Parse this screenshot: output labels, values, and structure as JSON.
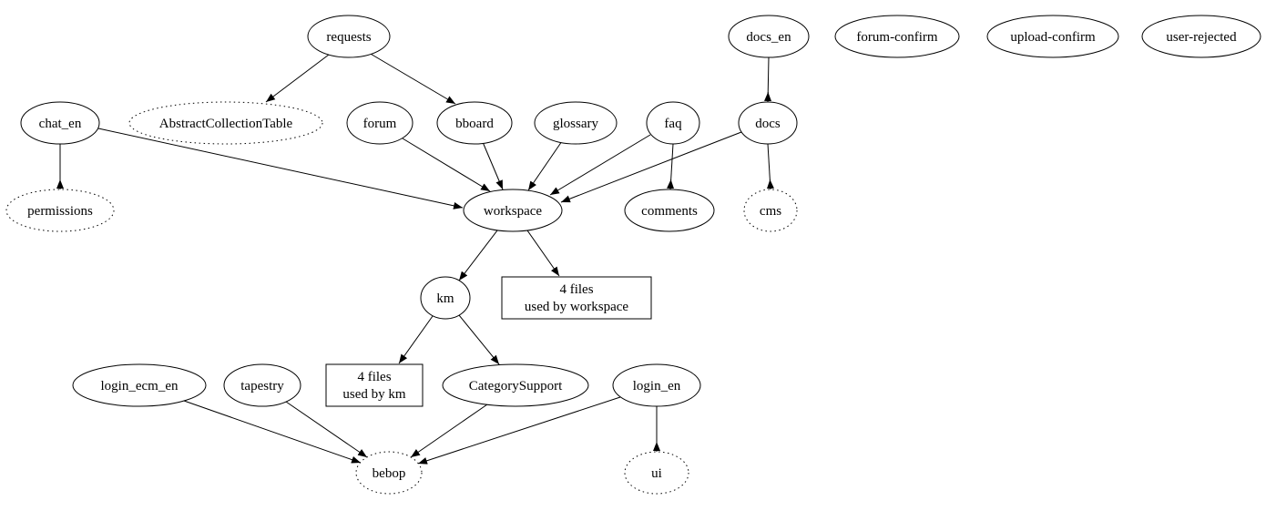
{
  "diagram": {
    "type": "dependency-graph",
    "background": "#ffffff",
    "stroke_color": "#000000",
    "nodes": {
      "requests": {
        "label": "requests",
        "shape": "ellipse"
      },
      "docs_en": {
        "label": "docs_en",
        "shape": "ellipse"
      },
      "forum_confirm": {
        "label": "forum-confirm",
        "shape": "ellipse"
      },
      "upload_confirm": {
        "label": "upload-confirm",
        "shape": "ellipse"
      },
      "user_rejected": {
        "label": "user-rejected",
        "shape": "ellipse"
      },
      "chat_en": {
        "label": "chat_en",
        "shape": "ellipse"
      },
      "abstract_collection_table": {
        "label": "AbstractCollectionTable",
        "shape": "dotted-ellipse"
      },
      "forum": {
        "label": "forum",
        "shape": "ellipse"
      },
      "bboard": {
        "label": "bboard",
        "shape": "ellipse"
      },
      "glossary": {
        "label": "glossary",
        "shape": "ellipse"
      },
      "faq": {
        "label": "faq",
        "shape": "ellipse"
      },
      "docs": {
        "label": "docs",
        "shape": "ellipse"
      },
      "permissions": {
        "label": "permissions",
        "shape": "dotted-ellipse"
      },
      "workspace": {
        "label": "workspace",
        "shape": "ellipse"
      },
      "comments": {
        "label": "comments",
        "shape": "ellipse"
      },
      "cms": {
        "label": "cms",
        "shape": "dotted-ellipse"
      },
      "km": {
        "label": "km",
        "shape": "ellipse"
      },
      "files_workspace": {
        "line1": "4 files",
        "line2": "used by workspace",
        "shape": "box"
      },
      "login_ecm_en": {
        "label": "login_ecm_en",
        "shape": "ellipse"
      },
      "tapestry": {
        "label": "tapestry",
        "shape": "ellipse"
      },
      "files_km": {
        "line1": "4 files",
        "line2": "used by km",
        "shape": "box"
      },
      "category_support": {
        "label": "CategorySupport",
        "shape": "ellipse"
      },
      "login_en": {
        "label": "login_en",
        "shape": "ellipse"
      },
      "bebop": {
        "label": "bebop",
        "shape": "dotted-ellipse"
      },
      "ui": {
        "label": "ui",
        "shape": "dotted-ellipse"
      }
    },
    "edges": [
      {
        "a": "requests",
        "b": "AbstractCollectionTable",
        "arrow": "forward"
      },
      {
        "a": "requests",
        "b": "bboard",
        "arrow": "forward"
      },
      {
        "a": "chat_en",
        "b": "workspace",
        "arrow": "forward"
      },
      {
        "a": "chat_en",
        "b": "permissions",
        "arrow": "up"
      },
      {
        "a": "docs_en",
        "b": "docs",
        "arrow": "up"
      },
      {
        "a": "forum",
        "b": "workspace",
        "arrow": "forward"
      },
      {
        "a": "bboard",
        "b": "workspace",
        "arrow": "forward"
      },
      {
        "a": "glossary",
        "b": "workspace",
        "arrow": "forward"
      },
      {
        "a": "faq",
        "b": "workspace",
        "arrow": "forward"
      },
      {
        "a": "faq",
        "b": "comments",
        "arrow": "up"
      },
      {
        "a": "docs",
        "b": "workspace",
        "arrow": "forward"
      },
      {
        "a": "docs",
        "b": "cms",
        "arrow": "up"
      },
      {
        "a": "workspace",
        "b": "km",
        "arrow": "forward"
      },
      {
        "a": "workspace",
        "b": "files_workspace",
        "arrow": "forward"
      },
      {
        "a": "km",
        "b": "files_km",
        "arrow": "forward"
      },
      {
        "a": "km",
        "b": "CategorySupport",
        "arrow": "forward"
      },
      {
        "a": "login_ecm_en",
        "b": "bebop",
        "arrow": "forward"
      },
      {
        "a": "tapestry",
        "b": "bebop",
        "arrow": "forward"
      },
      {
        "a": "CategorySupport",
        "b": "bebop",
        "arrow": "forward"
      },
      {
        "a": "login_en",
        "b": "bebop",
        "arrow": "forward"
      },
      {
        "a": "login_en",
        "b": "ui",
        "arrow": "up"
      }
    ]
  }
}
